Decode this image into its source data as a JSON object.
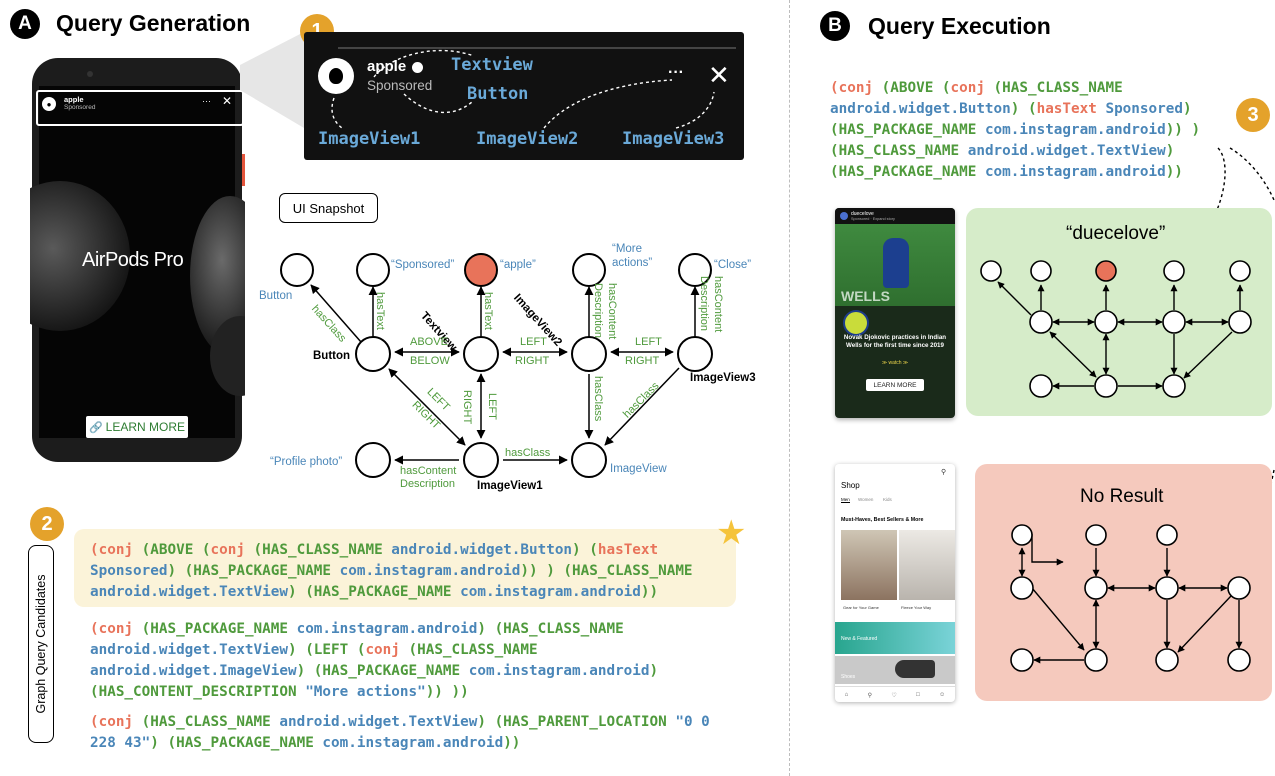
{
  "section_a": {
    "badge": "A",
    "title": "Query Generation"
  },
  "section_b": {
    "badge": "B",
    "title": "Query Execution"
  },
  "steps": {
    "one": "1",
    "two": "2",
    "three": "3"
  },
  "phone": {
    "account": "apple",
    "sponsored": "Sponsored",
    "product": "AirPods Pro",
    "cta": "LEARN MORE",
    "more_glyph": "···",
    "close_glyph": "✕"
  },
  "zoom": {
    "account": "apple",
    "sponsored": "Sponsored",
    "textview": "Textview",
    "button": "Button",
    "imageview1": "ImageView1",
    "imageview2": "ImageView2",
    "imageview3": "ImageView3",
    "more_glyph": "···",
    "close_glyph": "✕"
  },
  "ui_snapshot_label": "UI Snapshot",
  "graph": {
    "nodes": {
      "button": "Button",
      "textview": "Textview",
      "imageview2": "ImageView2",
      "imageview3": "ImageView3",
      "imageview1": "ImageView1"
    },
    "values": {
      "button_class": "Button",
      "sponsored": "“Sponsored”",
      "apple": "“apple”",
      "more_actions_1": "“More",
      "more_actions_2": "actions”",
      "close": "“Close”",
      "profile_photo": "“Profile photo”",
      "imageview_class": "ImageView"
    },
    "edges": {
      "hasClass": "hasClass",
      "hasText": "hasText",
      "hasContent": "hasContent",
      "description": "Description",
      "above": "ABOVE",
      "below": "BELOW",
      "left": "LEFT",
      "right": "RIGHT"
    }
  },
  "candidates_label": "Graph Query Candidates",
  "queries": {
    "q1": [
      [
        [
          "(conj",
          "kw"
        ],
        [
          " (ABOVE (",
          "gr"
        ],
        [
          "conj",
          "kw"
        ],
        [
          " (HAS_CLASS_NAME ",
          "gr"
        ],
        [
          "android.widget.Button",
          "bl"
        ],
        [
          ") (",
          "gr"
        ],
        [
          "hasText",
          "kw"
        ]
      ],
      [
        [
          "Sponsored",
          "bl"
        ],
        [
          ") (HAS_PACKAGE_NAME ",
          "gr"
        ],
        [
          "com.instagram.android",
          "bl"
        ],
        [
          ")) ) (HAS_CLASS_NAME",
          "gr"
        ]
      ],
      [
        [
          "android.widget.TextView",
          "bl"
        ],
        [
          ") (HAS_PACKAGE_NAME ",
          "gr"
        ],
        [
          "com.instagram.android",
          "bl"
        ],
        [
          "))",
          "gr"
        ]
      ]
    ],
    "q2": [
      [
        [
          "(conj",
          "kw"
        ],
        [
          " (HAS_PACKAGE_NAME ",
          "gr"
        ],
        [
          "com.instagram.android",
          "bl"
        ],
        [
          ") (HAS_CLASS_NAME",
          "gr"
        ]
      ],
      [
        [
          "android.widget.TextView",
          "bl"
        ],
        [
          ") (LEFT (",
          "gr"
        ],
        [
          "conj",
          "kw"
        ],
        [
          " (HAS_CLASS_NAME",
          "gr"
        ]
      ],
      [
        [
          "android.widget.ImageView",
          "bl"
        ],
        [
          ") (HAS_PACKAGE_NAME ",
          "gr"
        ],
        [
          "com.instagram.android",
          "bl"
        ],
        [
          ")",
          "gr"
        ]
      ],
      [
        [
          "(HAS_CONTENT_DESCRIPTION ",
          "gr"
        ],
        [
          "\"More actions\"",
          "bl"
        ],
        [
          ")) ))",
          "gr"
        ]
      ]
    ],
    "q3": [
      [
        [
          "(conj",
          "kw"
        ],
        [
          " (HAS_CLASS_NAME ",
          "gr"
        ],
        [
          "android.widget.TextView",
          "bl"
        ],
        [
          ") (HAS_PARENT_LOCATION ",
          "gr"
        ],
        [
          "\"0 0",
          "bl"
        ]
      ],
      [
        [
          "228 43\"",
          "bl"
        ],
        [
          ") (HAS_PACKAGE_NAME ",
          "gr"
        ],
        [
          "com.instagram.android",
          "bl"
        ],
        [
          "))",
          "gr"
        ]
      ]
    ],
    "exec": [
      [
        [
          "(conj",
          "kw"
        ],
        [
          " (ABOVE (",
          "gr"
        ],
        [
          "conj",
          "kw"
        ],
        [
          " (HAS_CLASS_NAME",
          "gr"
        ]
      ],
      [
        [
          "android.widget.Button",
          "bl"
        ],
        [
          ") (",
          "gr"
        ],
        [
          "hasText",
          "kw"
        ],
        [
          " ",
          "gr"
        ],
        [
          "Sponsored",
          "bl"
        ],
        [
          ")",
          "gr"
        ]
      ],
      [
        [
          "(HAS_PACKAGE_NAME ",
          "gr"
        ],
        [
          "com.instagram.android",
          "bl"
        ],
        [
          ")) )",
          "gr"
        ]
      ],
      [
        [
          "(HAS_CLASS_NAME ",
          "gr"
        ],
        [
          "android.widget.TextView",
          "bl"
        ],
        [
          ")",
          "gr"
        ]
      ],
      [
        [
          "(HAS_PACKAGE_NAME ",
          "gr"
        ],
        [
          "com.instagram.android",
          "bl"
        ],
        [
          "))",
          "gr"
        ]
      ]
    ]
  },
  "result1": {
    "label": "“duecelove”",
    "screen_account": "duecelove",
    "screen_sub": "Sponsored · Expand story",
    "screen_headline": "Novak Djokovic practices in Indian Wells for the first time since 2019",
    "screen_watch": "≫ watch ≫",
    "screen_cta": "LEARN MORE",
    "screen_brand": "WELLS"
  },
  "result2": {
    "label": "No Result",
    "shop_title": "Shop",
    "tabs": [
      "Men",
      "Women",
      "Kids"
    ],
    "heading": "Must-Haves, Best Sellers & More",
    "cap1": "Gear for Your Game",
    "cap2": "Fleece Your Way",
    "banner": "New & Featured",
    "shoes": "Shoes"
  },
  "colors": {
    "accent_orange": "#e8735a",
    "green_text": "#4f9a3c",
    "blue_text": "#4a86b8",
    "step_badge": "#e4a22b",
    "panel_green": "#d6ecc9",
    "panel_red": "#f5c9bd",
    "highlight": "#fbf3d9",
    "star": "#f5c33b"
  }
}
